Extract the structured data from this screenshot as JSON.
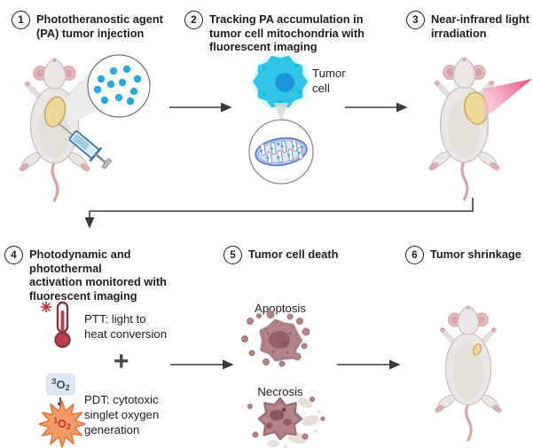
{
  "figure": {
    "type": "scientific-workflow-diagram",
    "subject": "Phototheranostic agent tumor therapy workflow"
  },
  "steps": [
    {
      "num": "1",
      "title": "Phototheranostic agent\n(PA) tumor injection"
    },
    {
      "num": "2",
      "title": "Tracking PA accumulation in\ntumor cell mitochondria with\nfluorescent imaging"
    },
    {
      "num": "3",
      "title": "Near-infrared light\nirradiation"
    },
    {
      "num": "4",
      "title": "Photodynamic and photothermal\nactivation monitored with\nfluorescent imaging"
    },
    {
      "num": "5",
      "title": "Tumor cell death"
    },
    {
      "num": "6",
      "title": "Tumor shrinkage"
    }
  ],
  "labels": {
    "tumor_cell": "Tumor\ncell",
    "apoptosis": "Apoptosis",
    "necrosis": "Necrosis",
    "ptt": "PTT: light to\nheat conversion",
    "pdt": "PDT: cytotoxic\nsinglet oxygen\ngeneration",
    "plus": "+"
  },
  "molecules": {
    "triplet_oxygen": {
      "sup": "3",
      "symbol": "O",
      "sub": "2"
    },
    "singlet_oxygen": {
      "sup": "1",
      "symbol": "O",
      "sub": "2"
    }
  },
  "icons": {
    "syringe": "syringe-icon",
    "magnifier": "pa-particles-magnifier",
    "tumor_cell": "glowing-tumor-cell-icon",
    "mitochondria": "mitochondria-icon",
    "laser": "nir-laser-beam-icon",
    "thermometer": "thermometer-icon",
    "sun": "light-sparkle-icon",
    "burst": "singlet-oxygen-burst-icon",
    "mouse": "lab-mouse-icon"
  },
  "colors": {
    "pa_particle": "#2ba6de",
    "tumor_cell_glow": "#2fc5e6",
    "cell_nucleus": "#1a97dc",
    "laser_pink": "#e8346f",
    "tumor_tan": "#eed79b",
    "death_cell_mauve": "#b2858b",
    "burst_orange": "#f09a66",
    "thermometer_red": "#bd3f4c",
    "arrow_gray": "#3c3c3c"
  }
}
